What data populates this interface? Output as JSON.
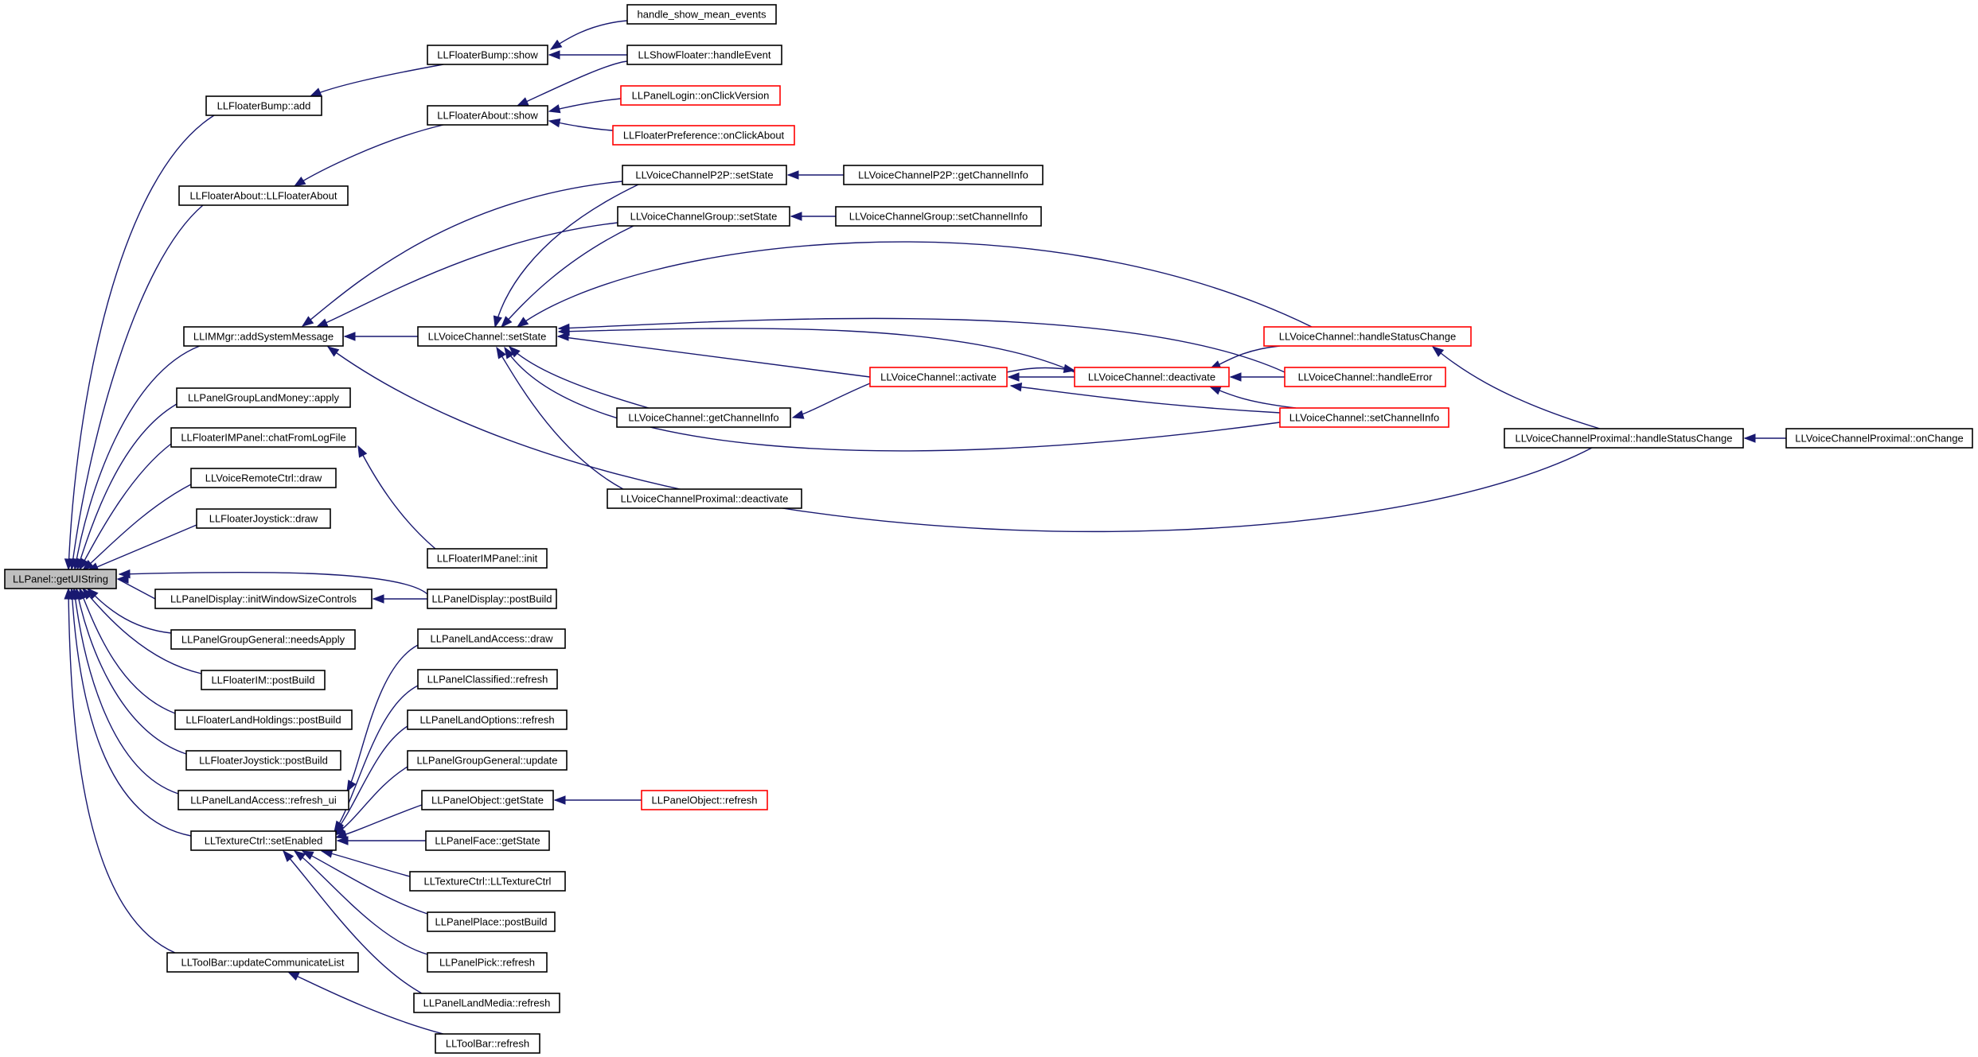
{
  "colors": {
    "edge": "#191970",
    "node_border": "#000000",
    "truncated_border": "#ff0000",
    "root_fill": "#bfbfbf"
  },
  "nodes": {
    "root": "LLPanel::getUIString",
    "floaterbump_add": "LLFloaterBump::add",
    "floaterabout_ctor": "LLFloaterAbout::LLFloaterAbout",
    "immgr_addsys": "LLIMMgr::addSystemMessage",
    "pglm_apply": "LLPanelGroupLandMoney::apply",
    "fimp_chat": "LLFloaterIMPanel::chatFromLogFile",
    "vrc_draw": "LLVoiceRemoteCtrl::draw",
    "fjoy_draw": "LLFloaterJoystick::draw",
    "pdisp_initwin": "LLPanelDisplay::initWindowSizeControls",
    "pgg_needs": "LLPanelGroupGeneral::needsApply",
    "fim_post": "LLFloaterIM::postBuild",
    "flh_post": "LLFloaterLandHoldings::postBuild",
    "fjoy_post": "LLFloaterJoystick::postBuild",
    "pla_refresh": "LLPanelLandAccess::refresh_ui",
    "tex_setenabled": "LLTextureCtrl::setEnabled",
    "toolbar_ucl": "LLToolBar::updateCommunicateList",
    "fbump_show": "LLFloaterBump::show",
    "fabout_show": "LLFloaterAbout::show",
    "vc_setstate": "LLVoiceChannel::setState",
    "fimp_init": "LLFloaterIMPanel::init",
    "pdisp_post": "LLPanelDisplay::postBuild",
    "pla_draw": "LLPanelLandAccess::draw",
    "pclass_refresh": "LLPanelClassified::refresh",
    "plo_refresh": "LLPanelLandOptions::refresh",
    "pgg_update": "LLPanelGroupGeneral::update",
    "pobj_getstate": "LLPanelObject::getState",
    "pface_getstate": "LLPanelFace::getState",
    "tex_ctor": "LLTextureCtrl::LLTextureCtrl",
    "pplace_post": "LLPanelPlace::postBuild",
    "ppick_refresh": "LLPanelPick::refresh",
    "plm_refresh": "LLPanelLandMedia::refresh",
    "toolbar_refresh": "LLToolBar::refresh",
    "hsme": "handle_show_mean_events",
    "showfloater_he": "LLShowFloater::handleEvent",
    "plogin_ocv": "LLPanelLogin::onClickVersion",
    "fpref_oca": "LLFloaterPreference::onClickAbout",
    "vcp2p_setstate": "LLVoiceChannelP2P::setState",
    "vcgroup_setstate": "LLVoiceChannelGroup::setState",
    "vc_getci": "LLVoiceChannel::getChannelInfo",
    "vcprox_deact": "LLVoiceChannelProximal::deactivate",
    "pobj_refresh": "LLPanelObject::refresh",
    "vcp2p_getci": "LLVoiceChannelP2P::getChannelInfo",
    "vcgroup_setci": "LLVoiceChannelGroup::setChannelInfo",
    "vc_activate": "LLVoiceChannel::activate",
    "vc_deactivate": "LLVoiceChannel::deactivate",
    "vc_hsc": "LLVoiceChannel::handleStatusChange",
    "vc_he": "LLVoiceChannel::handleError",
    "vc_setci": "LLVoiceChannel::setChannelInfo",
    "vcprox_hsc": "LLVoiceChannelProximal::handleStatusChange",
    "vcprox_onchange": "LLVoiceChannelProximal::onChange"
  }
}
